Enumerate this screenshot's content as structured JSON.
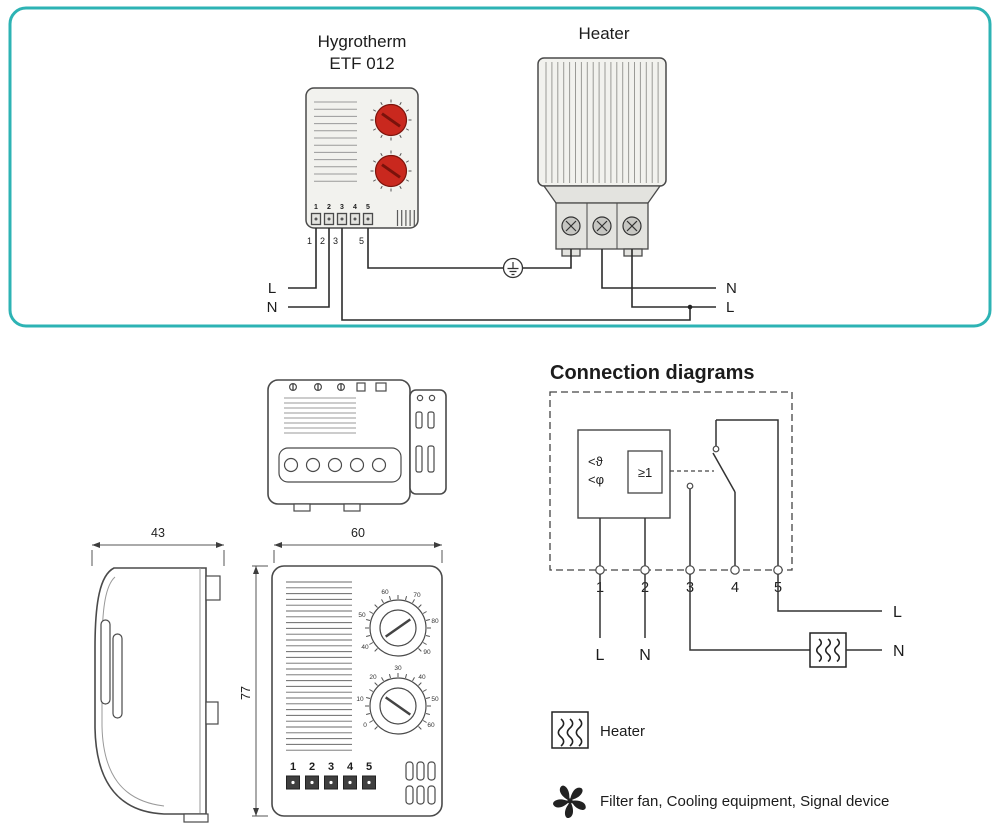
{
  "wiring": {
    "title_line1": "Hygrotherm",
    "title_line2": "ETF 012",
    "heater_title": "Heater",
    "device_terminals": [
      "1",
      "2",
      "3",
      "4",
      "5"
    ],
    "stub_labels": [
      "1",
      "2",
      "3",
      "5"
    ],
    "left_l": "L",
    "left_n": "N",
    "right_n": "N",
    "right_l": "L"
  },
  "views": {
    "dim_side_width": "43",
    "dim_front_width": "60",
    "dim_front_height": "77",
    "front_terminals": [
      "1",
      "2",
      "3",
      "4",
      "5"
    ],
    "dial_humidity_scale": [
      "40",
      "50",
      "60",
      "70",
      "80",
      "90"
    ],
    "dial_temperature_scale": [
      "0",
      "10",
      "20",
      "30",
      "40",
      "50",
      "60"
    ]
  },
  "connection": {
    "heading": "Connection diagrams",
    "sensor_line1": "<ϑ",
    "sensor_line2": "<φ",
    "gate": "≥1",
    "terminals": [
      "1",
      "2",
      "3",
      "4",
      "5"
    ],
    "label_t1": "L",
    "label_t2": "N",
    "label_line": "L",
    "label_neutral": "N"
  },
  "legend": {
    "heater_label": "Heater",
    "fan_label": "Filter fan, Cooling equipment, Signal device"
  },
  "colors": {
    "panel_border": "#2db3b4",
    "dial_red": "#c9281e",
    "line_dark": "#3d3d3d"
  }
}
